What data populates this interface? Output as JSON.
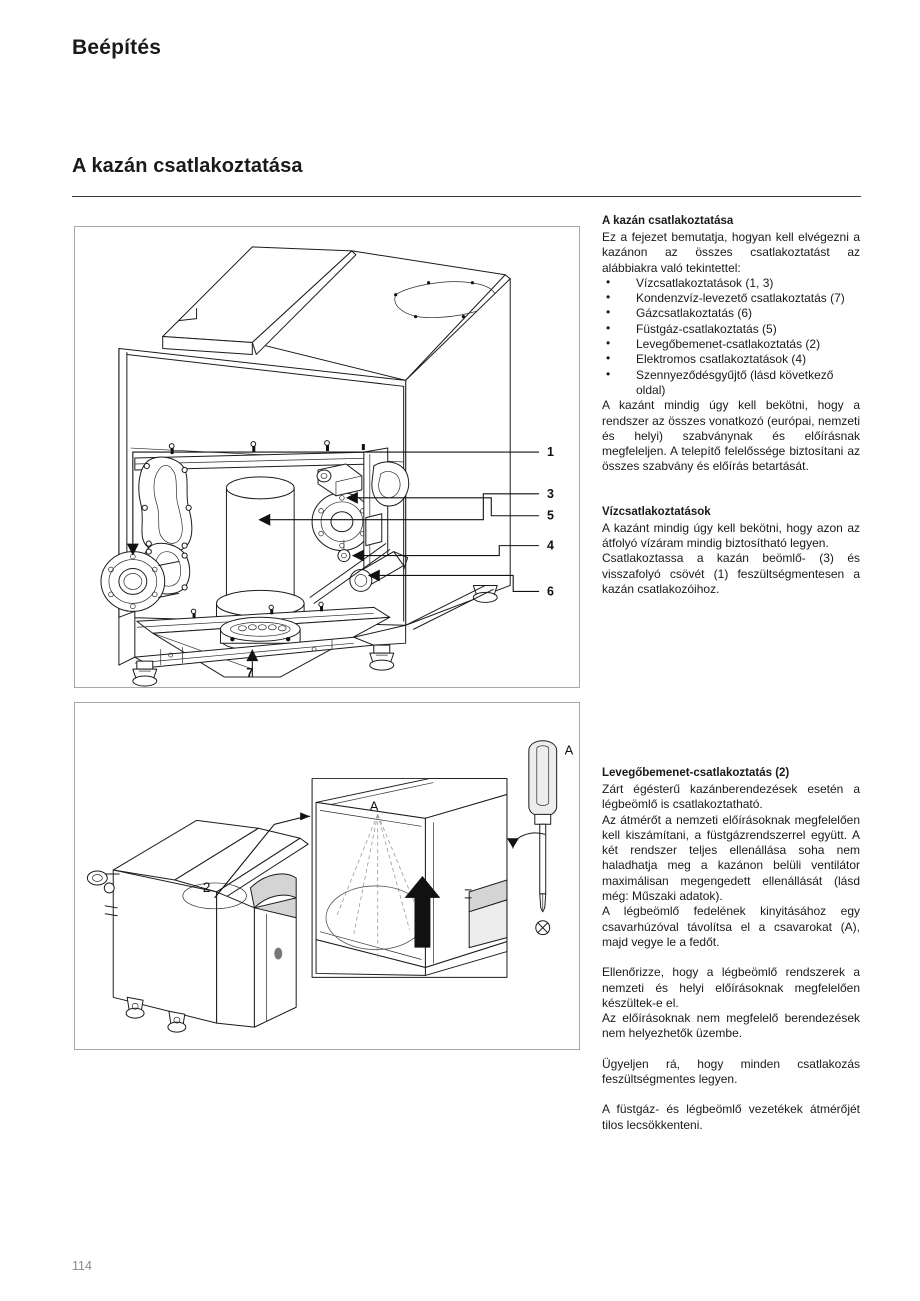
{
  "document": {
    "chapter_title": "Beépítés",
    "section_title": "A kazán csatlakoztatása",
    "page_number": "114"
  },
  "text_column": {
    "block1": {
      "heading": "A kazán csatlakoztatása",
      "intro": "Ez a fejezet bemutatja, hogyan kell elvégezni a kazánon az összes csatlakoztatást az alábbiakra való tekintettel:",
      "bullets": [
        "Vízcsatlakoztatások (1, 3)",
        "Kondenzvíz-levezető csatlakoztatás (7)",
        "Gázcsatlakoztatás (6)",
        "Füstgáz-csatlakoztatás (5)",
        "Levegőbemenet-csatlakoztatás (2)",
        "Elektromos csatlakoztatások (4)",
        "Szennyeződésgyűjtő (lásd következő oldal)"
      ],
      "outro": "A kazánt mindig úgy kell bekötni, hogy a rendszer az összes vonatkozó (európai, nemzeti és helyi) szabványnak és előírásnak megfeleljen. A telepítő felelőssége biztosítani az összes szabvány és előírás betartását."
    },
    "block2": {
      "heading": "Vízcsatlakoztatások",
      "para1": "A kazánt mindig úgy kell bekötni, hogy azon az átfolyó vízáram mindig biztosítható legyen.",
      "para2": "Csatlakoztassa a kazán beömlő- (3) és visszafolyó csövét (1) feszültségmentesen a kazán csatlakozóihoz."
    },
    "block3": {
      "heading": "Levegőbemenet-csatlakoztatás (2)",
      "para1": "Zárt égésterű kazánberendezések esetén a légbeömlő is csatlakoztatható.",
      "para2": "Az átmérőt a nemzeti előírásoknak megfelelően kell kiszámítani, a füstgázrendszerrel együtt. A két rendszer teljes ellenállása soha nem haladhatja meg a kazánon belüli ventilátor maximálisan megengedett ellenállását (lásd még: Műszaki adatok).",
      "para3": "A légbeömlő fedelének kinyitásához egy csavarhúzóval távolítsa el a csavarokat (A), majd vegye le a fedőt.",
      "para4": "Ellenőrizze, hogy a légbeömlő rendszerek a nemzeti és helyi előírásoknak megfelelően készültek-e el.",
      "para5": "Az előírásoknak nem megfelelő berendezések nem helyezhetők üzembe.",
      "para6": "Ügyeljen rá, hogy minden csatlakozás feszültségmentes legyen.",
      "para7": "A füstgáz- és légbeömlő vezetékek átmérőjét tilos lecsökkenteni."
    }
  },
  "figure_main": {
    "name": "boiler-connections-cutaway",
    "callouts": [
      {
        "id": "1",
        "label": "1"
      },
      {
        "id": "3",
        "label": "3"
      },
      {
        "id": "5",
        "label": "5"
      },
      {
        "id": "4",
        "label": "4"
      },
      {
        "id": "6",
        "label": "6"
      },
      {
        "id": "7",
        "label": "7"
      }
    ]
  },
  "figure_detail": {
    "name": "air-inlet-cover-detail",
    "callouts": [
      {
        "id": "2",
        "label": "2"
      },
      {
        "id": "A-inset",
        "label": "A"
      },
      {
        "id": "A-screwdriver",
        "label": "A"
      }
    ]
  }
}
